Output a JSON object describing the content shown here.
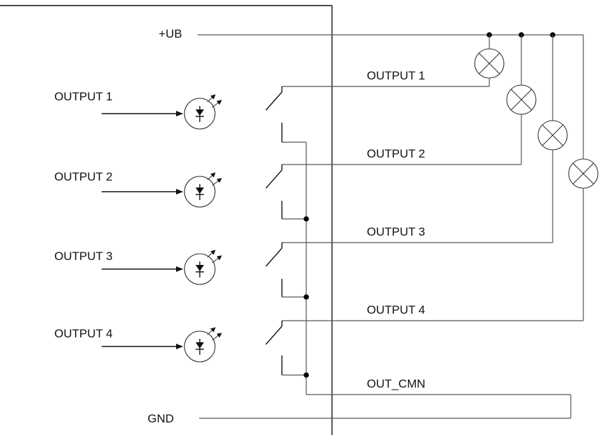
{
  "supply": {
    "label": "+UB"
  },
  "ground": {
    "label": "GND"
  },
  "inputs": [
    {
      "label": "OUTPUT 1"
    },
    {
      "label": "OUTPUT 2"
    },
    {
      "label": "OUTPUT 3"
    },
    {
      "label": "OUTPUT 4"
    }
  ],
  "outputs": [
    {
      "label": "OUTPUT  1"
    },
    {
      "label": "OUTPUT 2"
    },
    {
      "label": "OUTPUT 3"
    },
    {
      "label": "OUTPUT 4"
    }
  ],
  "common": {
    "label": "OUT_CMN"
  },
  "colors": {
    "line": "#111111",
    "wire": "#555555",
    "background": "#ffffff"
  }
}
